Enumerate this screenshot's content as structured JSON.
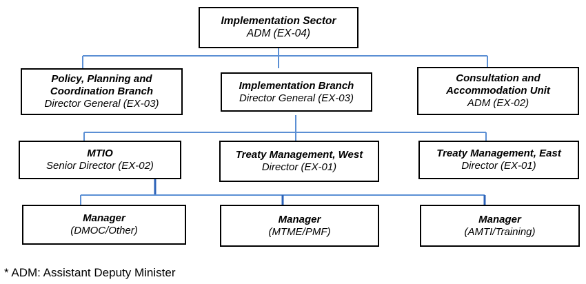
{
  "chart_meta": {
    "type": "org-chart",
    "title": "Implementation Sector Organizational Chart",
    "connector_color": "#5B8FD4",
    "box_border_color": "#000000",
    "background_color": "#FFFFFF"
  },
  "nodes": {
    "implementation_sector": {
      "title": "Implementation Sector",
      "subtitle": "ADM (EX-04)",
      "level": 1
    },
    "policy_planning_coordination_branch": {
      "title_line1": "Policy, Planning and",
      "title_line2": "Coordination Branch",
      "subtitle": "Director General (EX-03)",
      "level": 2
    },
    "implementation_branch": {
      "title": "Implementation Branch",
      "subtitle": "Director General (EX-03)",
      "level": 2
    },
    "consultation_accommodation_unit": {
      "title_line1": "Consultation and",
      "title_line2": "Accommodation Unit",
      "subtitle": "ADM (EX-02)",
      "level": 2
    },
    "mtio": {
      "title": "MTIO",
      "subtitle": "Senior Director (EX-02)",
      "level": 3
    },
    "treaty_management_west": {
      "title": "Treaty Management, West",
      "subtitle": "Director (EX-01)",
      "level": 3
    },
    "treaty_management_east": {
      "title": "Treaty Management, East",
      "subtitle": "Director (EX-01)",
      "level": 3
    },
    "manager_dmoc_other": {
      "title": "Manager",
      "subtitle": "(DMOC/Other)",
      "level": 4
    },
    "manager_mtme_pmf": {
      "title": "Manager",
      "subtitle": "(MTME/PMF)",
      "level": 4
    },
    "manager_amti_training": {
      "title": "Manager",
      "subtitle": "(AMTI/Training)",
      "level": 4
    }
  },
  "footnote": {
    "text": "* ADM: Assistant Deputy Minister"
  }
}
